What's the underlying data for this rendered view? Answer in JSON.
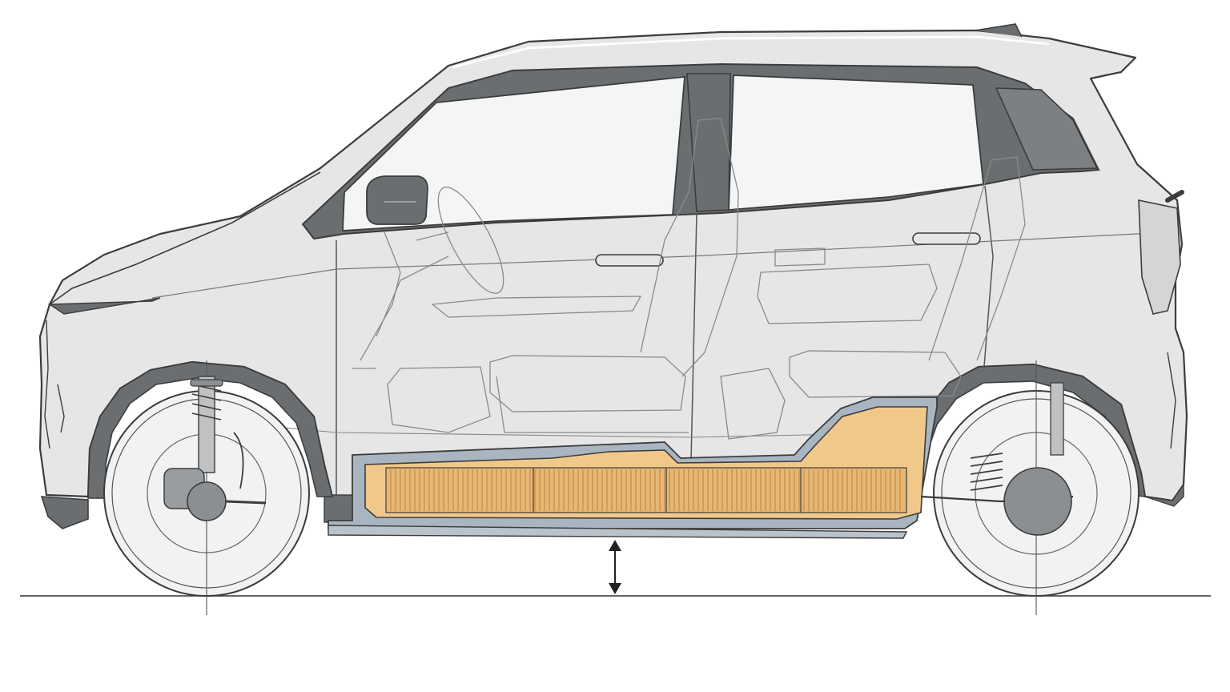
{
  "diagram": {
    "kind": "ev-side-cutaway",
    "labels": [],
    "parts": {
      "body": "body-shell",
      "windows": "side-windows",
      "front-wheel": "front-wheel",
      "rear-wheel": "rear-wheel",
      "front-suspension": "front-strut",
      "rear-suspension": "rear-spring-damper",
      "battery": "underfloor-battery-pack",
      "seats": "seats",
      "steering": "steering-wheel",
      "mirror": "side-mirror",
      "ground-clearance": "ground-clearance-arrow",
      "ground": "ground-line"
    },
    "colors": {
      "background": "#ffffff",
      "body_fill": "#e6e6e6",
      "body_stroke": "#3c3c3c",
      "dark_trim": "#6b6e70",
      "window_glass": "#f4f5f5",
      "ghost_line": "#8a8a8a",
      "battery_fill": "#f0c98a",
      "battery_cells": "#d9a861",
      "battery_tray": "#a9b5c0",
      "wheel_fill": "#f2f2f2",
      "hub_fill": "#8c8f91",
      "ground_line": "#333333"
    }
  }
}
